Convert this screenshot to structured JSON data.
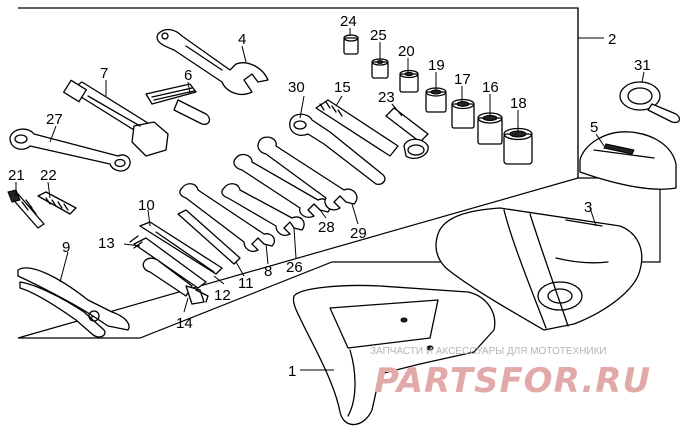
{
  "callouts": {
    "c1": "1",
    "c2": "2",
    "c3": "3",
    "c4": "4",
    "c5": "5",
    "c6": "6",
    "c7": "7",
    "c8": "8",
    "c9": "9",
    "c10": "10",
    "c11": "11",
    "c12": "12",
    "c13": "13",
    "c14": "14",
    "c15": "15",
    "c16": "16",
    "c17": "17",
    "c18": "18",
    "c19": "19",
    "c20": "20",
    "c21": "21",
    "c22": "22",
    "c23": "23",
    "c24": "24",
    "c25": "25",
    "c26": "26",
    "c27": "27",
    "c28": "28",
    "c29": "29",
    "c30": "30",
    "c31": "31"
  },
  "watermark": {
    "tagline": "ЗАПЧАСТИ И АКСЕССУАРЫ ДЛЯ МОТОТЕХНИКИ",
    "brand": "PARTSFOR.RU"
  },
  "colors": {
    "line": "#000000",
    "watermark_big": "#e2a9a9",
    "watermark_small": "#b5b5b5"
  }
}
